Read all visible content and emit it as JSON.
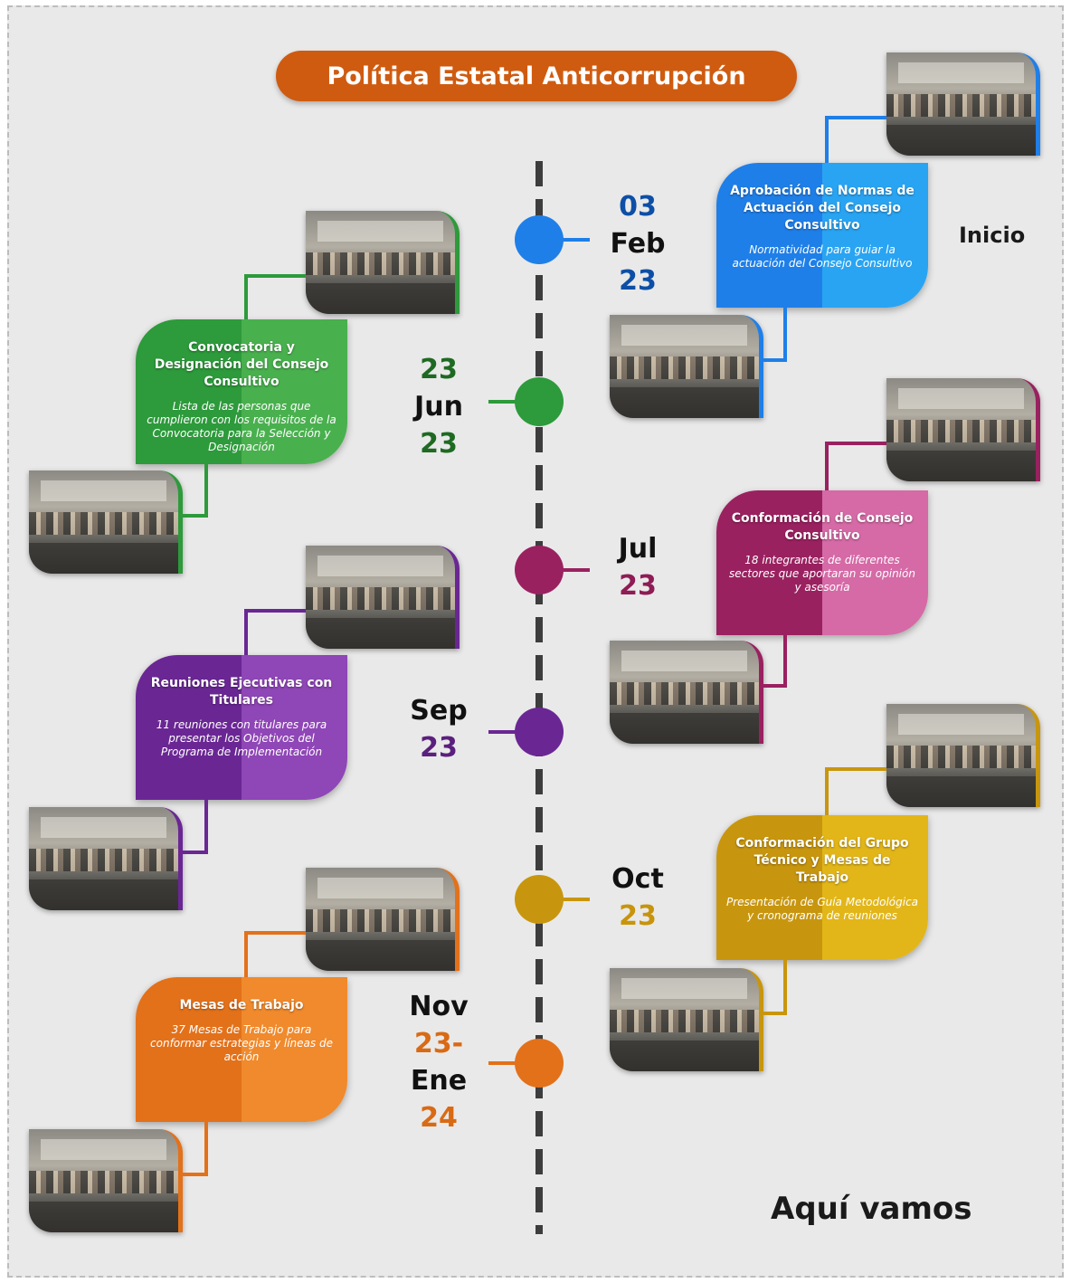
{
  "title": "Política Estatal Anticorrupción",
  "labels": {
    "start": "Inicio",
    "current": "Aquí vamos"
  },
  "events": [
    {
      "id": "feb",
      "date_lines": [
        "03",
        "Feb",
        "23"
      ],
      "date_colors": [
        "#0d4fa6",
        "#111111",
        "#0d4fa6"
      ],
      "color": "#1f7fe8",
      "color_light": "#29a4f2",
      "title": "Aprobación de Normas de Actuación del Consejo Consultivo",
      "desc": "Normatividad para guiar la actuación del Consejo Consultivo"
    },
    {
      "id": "jun",
      "date_lines": [
        "23",
        "Jun",
        "23"
      ],
      "date_colors": [
        "#1e6a22",
        "#111111",
        "#1e6a22"
      ],
      "color": "#2d9a3b",
      "color_light": "#49b04e",
      "title": "Convocatoria y Designación del Consejo Consultivo",
      "desc": "Lista de las personas que cumplieron con los requisitos de la Convocatoria para la Selección y Designación"
    },
    {
      "id": "jul",
      "date_lines": [
        "Jul",
        "23"
      ],
      "date_colors": [
        "#111111",
        "#8e1c55"
      ],
      "color": "#9a2160",
      "color_light": "#d56aa6",
      "title": "Conformación de Consejo Consultivo",
      "desc": "18 integrantes de diferentes sectores que aportaran su opinión y asesoría"
    },
    {
      "id": "sep",
      "date_lines": [
        "Sep",
        "23"
      ],
      "date_colors": [
        "#111111",
        "#5b1f7d"
      ],
      "color": "#6a2794",
      "color_light": "#8f46b6",
      "title": "Reuniones Ejecutivas con Titulares",
      "desc": "11 reuniones con titulares para presentar los Objetivos del Programa de Implementación"
    },
    {
      "id": "oct",
      "date_lines": [
        "Oct",
        "23"
      ],
      "date_colors": [
        "#111111",
        "#c7940b"
      ],
      "color": "#c8960e",
      "color_light": "#e2b619",
      "title": "Conformación del Grupo Técnico y Mesas de Trabajo",
      "desc": "Presentación de Guía Metodológica y cronograma de reuniones"
    },
    {
      "id": "nov",
      "date_lines": [
        "Nov",
        "23-",
        "Ene",
        "24"
      ],
      "date_colors": [
        "#111111",
        "#d96a15",
        "#111111",
        "#d96a15"
      ],
      "color": "#e3711a",
      "color_light": "#f08a2c",
      "title": "Mesas de Trabajo",
      "desc": "37 Mesas de Trabajo para conformar estrategias y líneas de acción"
    }
  ]
}
